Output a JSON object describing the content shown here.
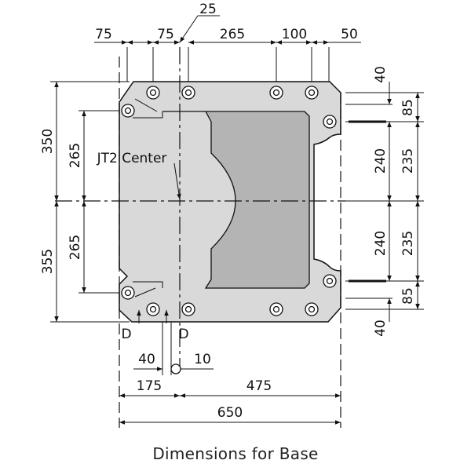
{
  "caption": "Dimensions for Base",
  "callout": "JT2 Center",
  "section_marks": {
    "left": "D",
    "right": "D"
  },
  "top_dims": {
    "a": "75",
    "b": "75",
    "c": "25",
    "d": "265",
    "e": "100",
    "f": "50"
  },
  "left_dims": {
    "outer_top": "350",
    "inner_top": "265",
    "outer_bottom": "355",
    "inner_bottom": "265"
  },
  "right_dims": {
    "top_clear": "40",
    "top_hole": "85",
    "upper_mid": "240",
    "upper_outer": "235",
    "lower_mid": "240",
    "lower_outer": "235",
    "bottom_hole": "85",
    "bottom_clear": "40"
  },
  "bottom_dims": {
    "small_left": "40",
    "small_right": "10",
    "left_span": "175",
    "right_span": "475",
    "total": "650"
  },
  "colors": {
    "plate": "#d9d9d9",
    "cavity": "#b4b4b4",
    "line": "#111111"
  }
}
